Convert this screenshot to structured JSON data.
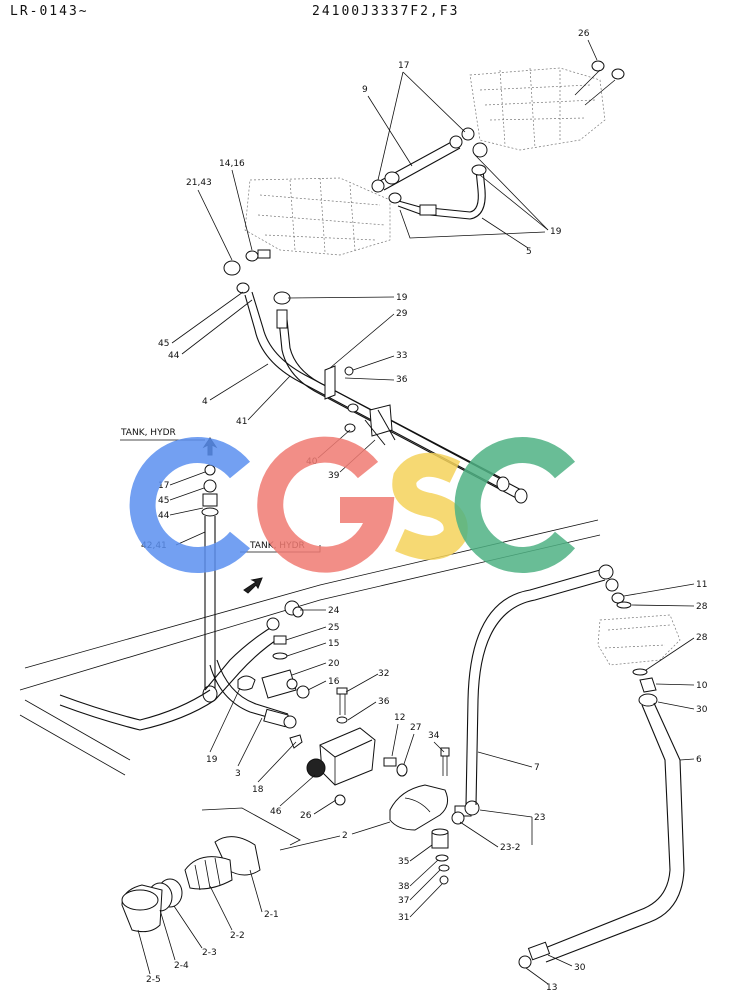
{
  "header": {
    "left_code": "LR-0143~",
    "right_code": "24100J3337F2,F3"
  },
  "annotations": {
    "tank_hydr_top": "TANK, HYDR",
    "tank_hydr_mid": "TANK, HYDR"
  },
  "watermark": {
    "text": "CGSC",
    "colors": [
      "#5b8ff0",
      "#f07a72",
      "#f5d25a",
      "#4fb284"
    ]
  },
  "callouts": {
    "c26a": "26",
    "c17a": "17",
    "c9": "9",
    "c14_16": "14,16",
    "c21_43": "21,43",
    "c5": "5",
    "c19a": "19",
    "c19b": "19",
    "c45a": "45",
    "c44a": "44",
    "c29": "29",
    "c33": "33",
    "c36a": "36",
    "c4": "4",
    "c41": "41",
    "c40": "40",
    "c39": "39",
    "c17b": "17",
    "c45b": "45",
    "c44b": "44",
    "c42_41": "42,41",
    "c24": "24",
    "c25": "25",
    "c15": "15",
    "c20": "20",
    "c16": "16",
    "c32": "32",
    "c36b": "36",
    "c11": "11",
    "c28a": "28",
    "c28b": "28",
    "c10": "10",
    "c30a": "30",
    "c6": "6",
    "c7": "7",
    "c12": "12",
    "c27": "27",
    "c34": "34",
    "c19c": "19",
    "c3": "3",
    "c18": "18",
    "c46": "46",
    "c26b": "26",
    "c2": "2",
    "c23": "23",
    "c23_2": "23-2",
    "c35": "35",
    "c38": "38",
    "c37": "37",
    "c31": "31",
    "c2_1": "2-1",
    "c2_2": "2-2",
    "c2_3": "2-3",
    "c2_4": "2-4",
    "c2_5": "2-5",
    "c30b": "30",
    "c13": "13"
  }
}
